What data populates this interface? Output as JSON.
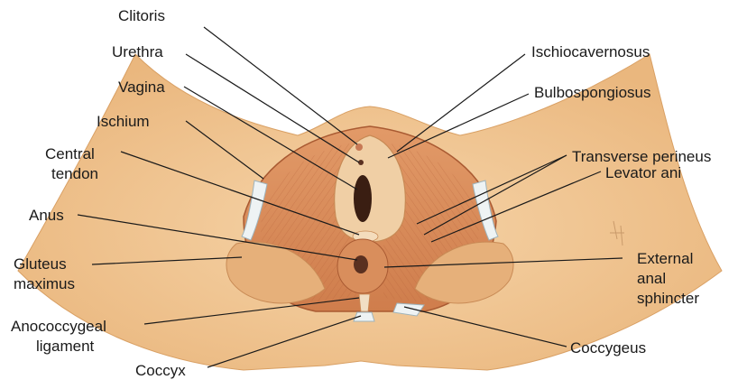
{
  "labels": {
    "clitoris": "Clitoris",
    "urethra": "Urethra",
    "vagina": "Vagina",
    "ischium": "Ischium",
    "central_tendon_1": "Central",
    "central_tendon_2": "tendon",
    "anus": "Anus",
    "gluteus_1": "Gluteus",
    "gluteus_2": "maximus",
    "anococcygeal_1": "Anococcygeal",
    "anococcygeal_2": "ligament",
    "coccyx": "Coccyx",
    "ischiocavernosus": "Ischiocavernosus",
    "bulbospongiosus": "Bulbospongiosus",
    "transverse_perineus": "Transverse perineus",
    "levator_ani": "Levator ani",
    "external_1": "External",
    "external_2": "anal",
    "external_3": "sphincter",
    "coccygeus": "Coccygeus"
  },
  "colors": {
    "skin": "#f2c995",
    "skin_dark": "#e4ad72",
    "muscle": "#d88a5a",
    "muscle_dark": "#b8643a",
    "tendon": "#f6e4c8",
    "leader": "#1a1a1a"
  }
}
